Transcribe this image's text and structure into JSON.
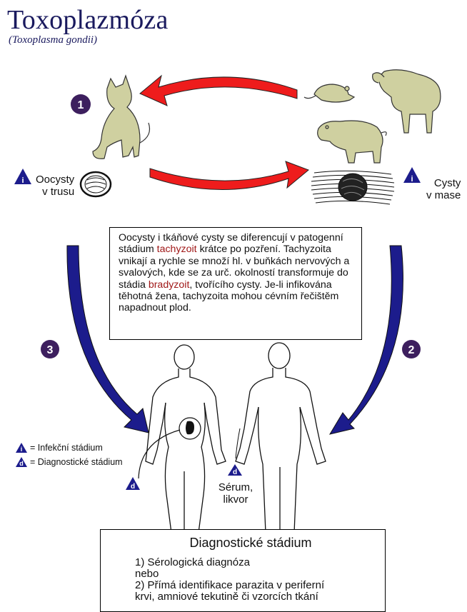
{
  "title": "Toxoplazmóza",
  "subtitle": "(Toxoplasma gondii)",
  "steps": {
    "s1": "1",
    "s2": "2",
    "s3": "3"
  },
  "labels": {
    "oocysts_line1": "Oocysty",
    "oocysts_line2": "v trusu",
    "cysts_line1": "Cysty",
    "cysts_line2": "v mase",
    "serum_line1": "Sérum,",
    "serum_line2": "likvor"
  },
  "badges": {
    "infective": "i",
    "diagnostic": "d"
  },
  "infobox": {
    "p1": "Oocysty i tkáňové cysty se diferencují v patogenní stádium ",
    "tachyzoite": "tachyzoit",
    "p2": " krátce po pozření. Tachyzoita vnikají a rychle se množí hl. v buňkách nervových a svalových, kde se za urč. okolností transformuje do stádia ",
    "bradyzoite": "bradyzoit",
    "p3": ", tvořícího cysty. Je-li infikována těhotná žena, tachyzoita mohou cévním řečištěm napadnout plod."
  },
  "legend": {
    "infective": "= Infekční stádium",
    "diagnostic": "= Diagnostické stádium"
  },
  "diagnostic_box": {
    "title": "Diagnostické stádium",
    "line1": "1) Sérologická diagnóza",
    "line2": "nebo",
    "line3_bold": "2) Přímá",
    "line3_rest": " identifikace parazita v periferní",
    "line4": "krvi, amniové tekutině či vzorcích tkání"
  },
  "colors": {
    "red_arrow": "#ee1c1c",
    "blue_arrow": "#1c1c8c",
    "step_circle": "#3d1f5e",
    "title": "#1a1a5e",
    "animal_fill": "#cfd0a0"
  }
}
